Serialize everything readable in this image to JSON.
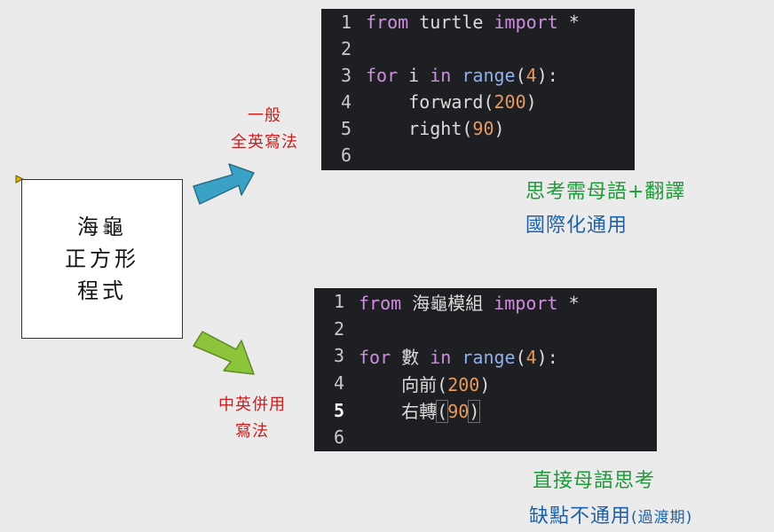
{
  "center_box": {
    "lines": [
      "海龜",
      "正方形",
      "程式"
    ]
  },
  "top_branch": {
    "label_lines": [
      "一般",
      "全英寫法"
    ],
    "arrow_color": "#3ba2c6",
    "code": {
      "line_numbers": [
        "1",
        "2",
        "3",
        "4",
        "5",
        "6"
      ],
      "lines": [
        [
          {
            "t": "from",
            "c": "kw"
          },
          {
            "t": " turtle ",
            "c": "pl"
          },
          {
            "t": "import",
            "c": "kw"
          },
          {
            "t": " *",
            "c": "pl"
          }
        ],
        [],
        [
          {
            "t": "for",
            "c": "kw"
          },
          {
            "t": " i ",
            "c": "pl"
          },
          {
            "t": "in",
            "c": "kw"
          },
          {
            "t": " ",
            "c": "pl"
          },
          {
            "t": "range",
            "c": "fn"
          },
          {
            "t": "(",
            "c": "pl"
          },
          {
            "t": "4",
            "c": "num"
          },
          {
            "t": "):",
            "c": "pl"
          }
        ],
        [
          {
            "t": "    forward(",
            "c": "pl"
          },
          {
            "t": "200",
            "c": "num"
          },
          {
            "t": ")",
            "c": "pl"
          }
        ],
        [
          {
            "t": "    right(",
            "c": "pl"
          },
          {
            "t": "90",
            "c": "num"
          },
          {
            "t": ")",
            "c": "pl"
          }
        ],
        []
      ]
    },
    "note_lines": [
      "思考需母語+翻譯",
      "國際化通用"
    ]
  },
  "bottom_branch": {
    "label_lines": [
      "中英併用",
      "寫法"
    ],
    "arrow_color": "#8cc43c",
    "code": {
      "line_numbers": [
        "1",
        "2",
        "3",
        "4",
        "5",
        "6"
      ],
      "active_line": 4,
      "lines": [
        [
          {
            "t": "from",
            "c": "kw"
          },
          {
            "t": " 海龜模組 ",
            "c": "pl"
          },
          {
            "t": "import",
            "c": "kw"
          },
          {
            "t": " *",
            "c": "pl"
          }
        ],
        [],
        [
          {
            "t": "for",
            "c": "kw"
          },
          {
            "t": " 數 ",
            "c": "pl"
          },
          {
            "t": "in",
            "c": "kw"
          },
          {
            "t": " ",
            "c": "pl"
          },
          {
            "t": "range",
            "c": "fn"
          },
          {
            "t": "(",
            "c": "pl"
          },
          {
            "t": "4",
            "c": "num"
          },
          {
            "t": "):",
            "c": "pl"
          }
        ],
        [
          {
            "t": "    向前(",
            "c": "pl"
          },
          {
            "t": "200",
            "c": "num"
          },
          {
            "t": ")",
            "c": "pl"
          }
        ],
        [
          {
            "t": "    右轉",
            "c": "pl"
          },
          {
            "t": "(",
            "c": "pl bracket"
          },
          {
            "t": "90",
            "c": "num"
          },
          {
            "t": ")",
            "c": "pl bracket"
          }
        ],
        []
      ]
    },
    "note_lines": [
      "直接母語思考",
      "缺點不通用",
      "(過渡期)"
    ]
  },
  "colors": {
    "background": "#ebebeb",
    "code_background": "#1e1f22",
    "keyword": "#cf8ee0",
    "function": "#8fb0ef",
    "number": "#e89a5e",
    "label_red": "#c81e1e",
    "note_green": "#1f9a3a",
    "note_blue": "#1d62a8"
  }
}
